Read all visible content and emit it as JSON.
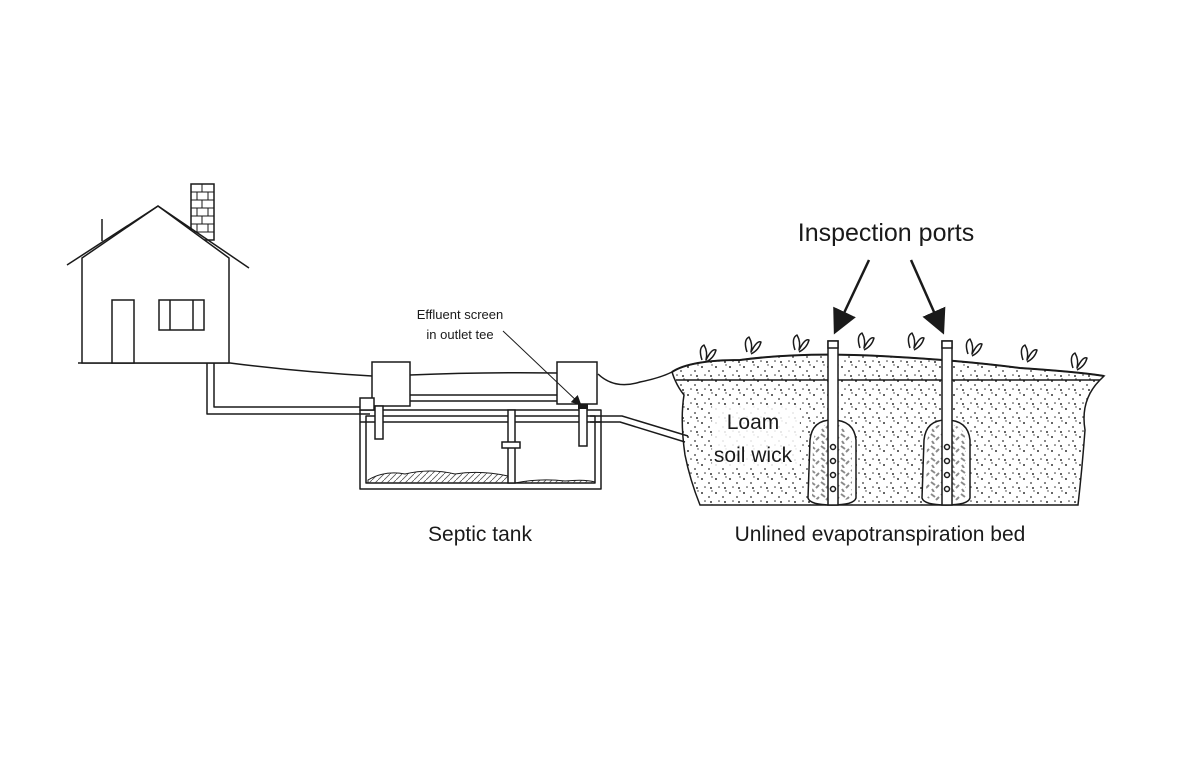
{
  "labels": {
    "inspection_ports": "Inspection ports",
    "effluent_screen_line1": "Effluent screen",
    "effluent_screen_line2": "in outlet tee",
    "loam": "Loam",
    "soil_wick": "soil wick",
    "septic_tank": "Septic tank",
    "bed": "Unlined evapotranspiration bed"
  },
  "colors": {
    "line": "#1a1a1a",
    "background": "#ffffff",
    "soil_dots": "#333333",
    "gravel": "#9a9a9a"
  }
}
